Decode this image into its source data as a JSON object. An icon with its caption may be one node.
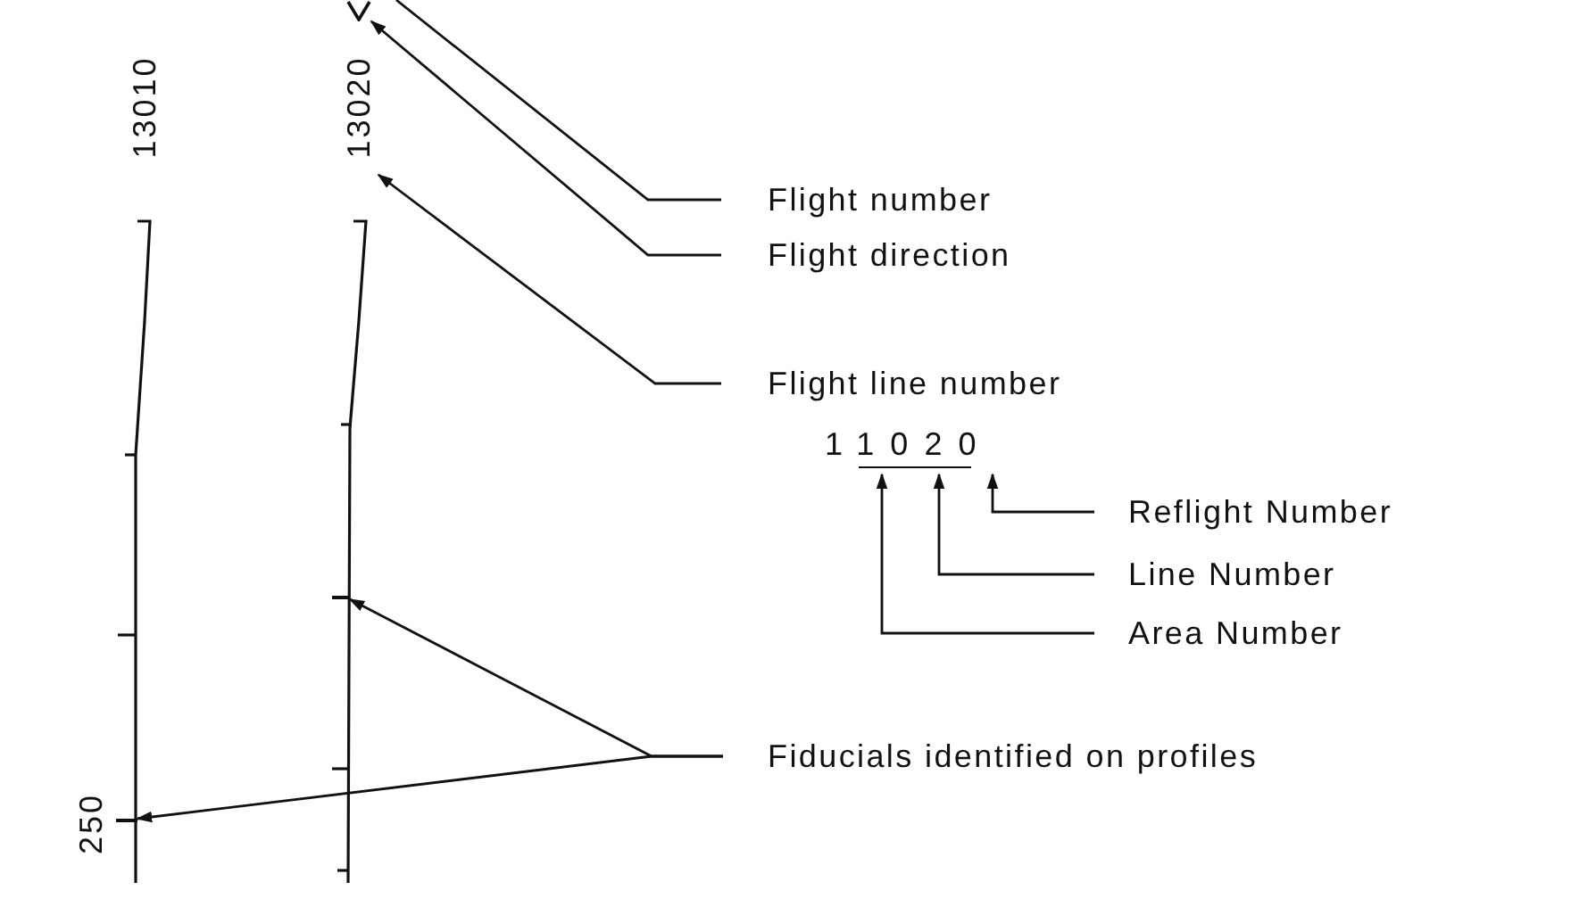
{
  "diagram": {
    "nodes": [
      {
        "text": [
          "13020"
        ]
      },
      {
        "text": [],
        "shape": "chevron"
      },
      {
        "text": [
          "Flight number"
        ]
      },
      {
        "text": [
          "Flight direction"
        ]
      },
      {
        "text": [
          "Flight line number"
        ]
      },
      {
        "text": [
          "11020"
        ]
      },
      {
        "text": [
          "Reflight Number"
        ]
      },
      {
        "text": [
          "Line Number"
        ]
      },
      {
        "text": [
          "Area Number"
        ]
      },
      {
        "text": [
          "Fiducials identified on profiles"
        ]
      },
      {
        "text": [],
        "shape": "bar"
      },
      {
        "text": [],
        "shape": "bar"
      }
    ],
    "edges": [
      {
        "from": 2,
        "to": null,
        "arrow": "none"
      },
      {
        "from": 3,
        "to": 1,
        "arrow": "to"
      },
      {
        "from": 4,
        "to": 0,
        "arrow": "to"
      },
      {
        "from": 6,
        "to": 5,
        "arrow": "to"
      },
      {
        "from": 7,
        "to": 5,
        "arrow": "to"
      },
      {
        "from": 8,
        "to": 5,
        "arrow": "to"
      },
      {
        "from": 9,
        "to": 10,
        "arrow": "to"
      },
      {
        "from": 9,
        "to": 11,
        "arrow": "to"
      }
    ],
    "labels": [
      "13010",
      "250"
    ]
  }
}
